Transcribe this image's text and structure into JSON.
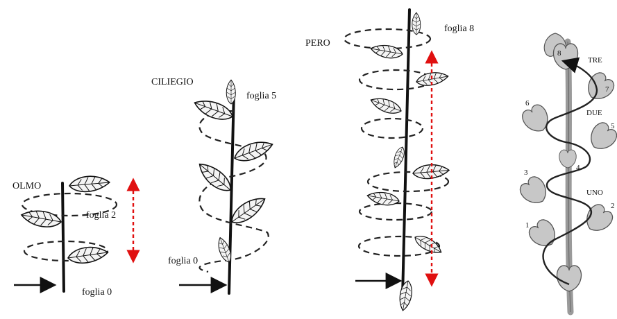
{
  "panels": {
    "olmo": {
      "title": "OLMO",
      "label_top": "foglia 2",
      "label_bottom": "foglia 0"
    },
    "ciliegio": {
      "title": "CILIEGIO",
      "label_top": "foglia 5",
      "label_bottom": "foglia 0"
    },
    "pero": {
      "title": "PERO",
      "label_top": "foglia 8"
    },
    "spiral": {
      "numbers": [
        "1",
        "2",
        "3",
        "4",
        "5",
        "6",
        "7",
        "8"
      ],
      "turn_labels": [
        "UNO",
        "DUE",
        "TRE"
      ]
    }
  },
  "colors": {
    "arrow": "#e01010",
    "ink": "#111111",
    "leaf_fill": "#c7c7c7"
  },
  "icons": [
    "direction-arrow-icon",
    "leaf-icon",
    "vertical-distance-arrow-icon"
  ]
}
